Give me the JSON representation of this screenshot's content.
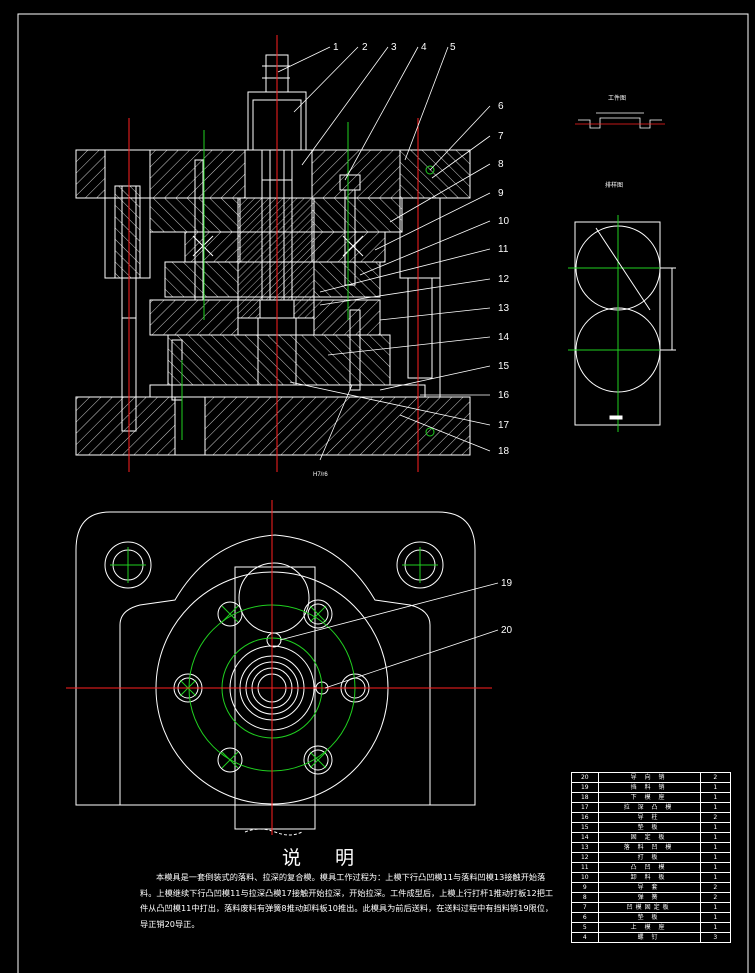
{
  "part_labels": [
    "1",
    "2",
    "3",
    "4",
    "5",
    "6",
    "7",
    "8",
    "9",
    "10",
    "11",
    "12",
    "13",
    "14",
    "15",
    "16",
    "17",
    "18"
  ],
  "plan_labels": [
    "19",
    "20"
  ],
  "fit_note": "H7/r6",
  "workpiece_caption": "工件图",
  "layout_caption": "排样图",
  "notes_title": "说 明",
  "notes_text": "本模具是一套倒装式的落料、拉深的复合模。模具工作过程为：上模下行凸凹模11与落料凹模13接触开始落料。上模继续下行凸凹模11与拉深凸模17接触开始拉深，开始拉深。工件成型后，上模上行打杆1推动打板12把工件从凸凹模11中打出，落料废料有弹簧8推动卸料板10推出。此模具为前后送料，在送料过程中有挡料销19限位，导正销20导正。",
  "bom": [
    {
      "no": "20",
      "name": "导 向 销",
      "qty": "2"
    },
    {
      "no": "19",
      "name": "挡 料 销",
      "qty": "1"
    },
    {
      "no": "18",
      "name": "下 模 座",
      "qty": "1"
    },
    {
      "no": "17",
      "name": "拉 深 凸 模",
      "qty": "1"
    },
    {
      "no": "16",
      "name": "导 柱",
      "qty": "2"
    },
    {
      "no": "15",
      "name": "垫 板",
      "qty": "1"
    },
    {
      "no": "14",
      "name": "固 定 板",
      "qty": "1"
    },
    {
      "no": "13",
      "name": "落 料 凹 模",
      "qty": "1"
    },
    {
      "no": "12",
      "name": "打 板",
      "qty": "1"
    },
    {
      "no": "11",
      "name": "凸 凹 模",
      "qty": "1"
    },
    {
      "no": "10",
      "name": "卸 料 板",
      "qty": "1"
    },
    {
      "no": "9",
      "name": "导 套",
      "qty": "2"
    },
    {
      "no": "8",
      "name": "弹 簧",
      "qty": "2"
    },
    {
      "no": "7",
      "name": "凹模固定板",
      "qty": "1"
    },
    {
      "no": "6",
      "name": "垫 板",
      "qty": "1"
    },
    {
      "no": "5",
      "name": "上 模 座",
      "qty": "1"
    },
    {
      "no": "4",
      "name": "螺 钉",
      "qty": "3"
    }
  ]
}
